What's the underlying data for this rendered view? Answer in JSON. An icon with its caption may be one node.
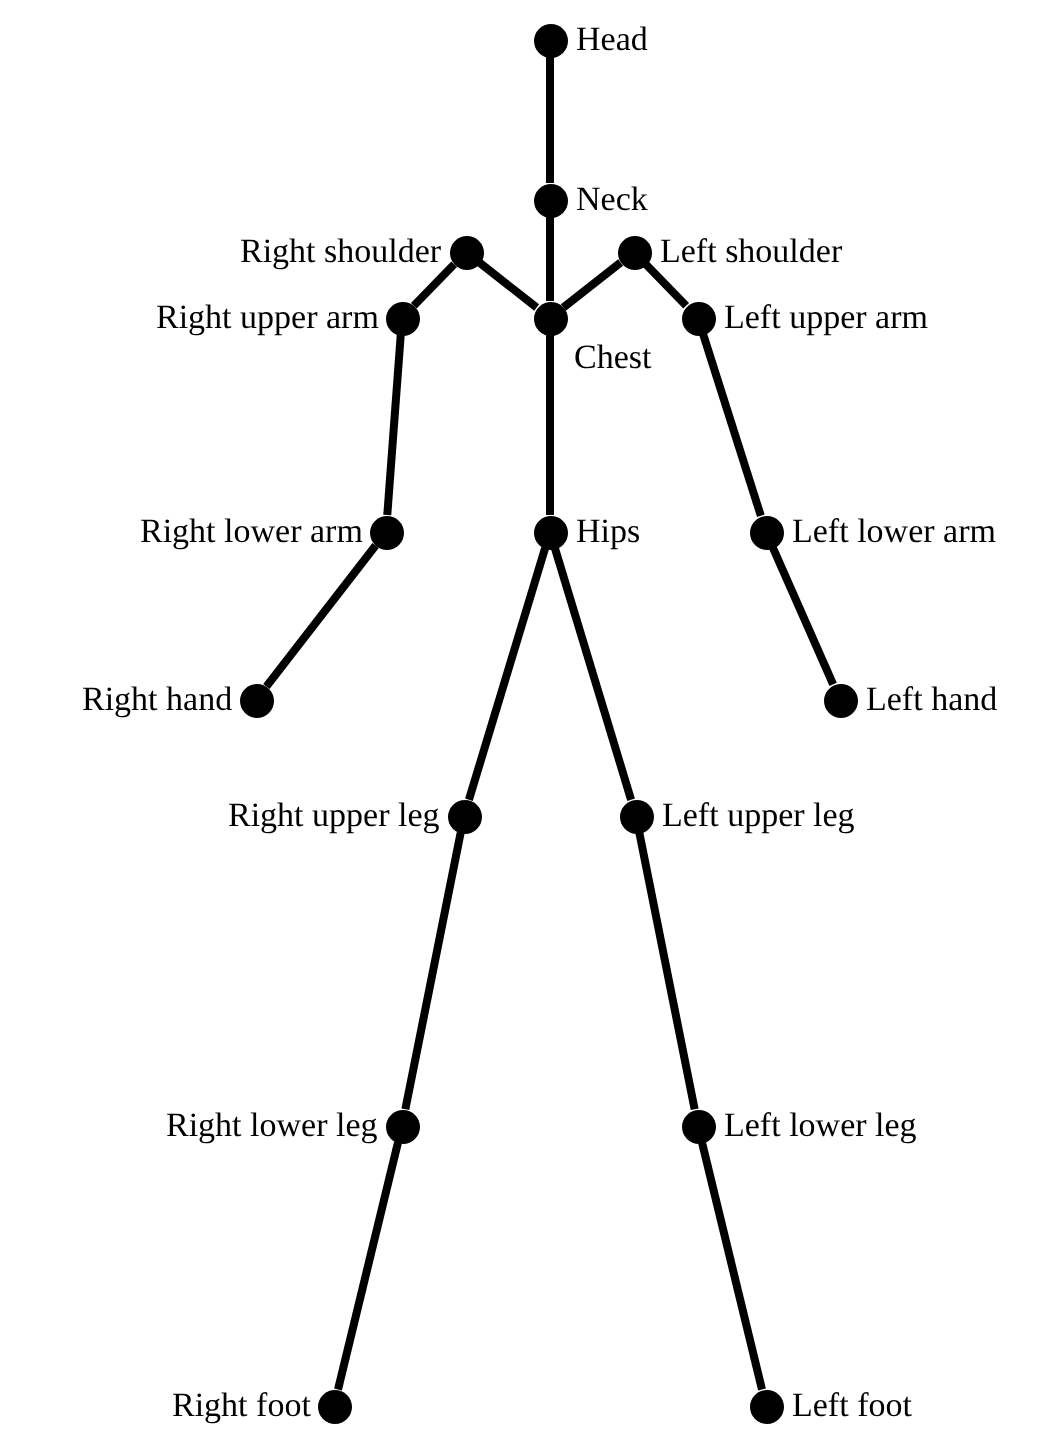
{
  "diagram": {
    "nodes": [
      {
        "text": [],
        "shape": "circle",
        "beside": [
          "Head"
        ]
      },
      {
        "text": [],
        "shape": "circle",
        "beside": [
          "Neck"
        ]
      },
      {
        "text": [],
        "shape": "circle",
        "beside": [
          "Right shoulder"
        ]
      },
      {
        "text": [],
        "shape": "circle",
        "beside": [
          "Left shoulder"
        ]
      },
      {
        "text": [],
        "shape": "circle",
        "beside": [
          "Right upper arm"
        ]
      },
      {
        "text": [],
        "shape": "circle",
        "beside": [
          "Chest"
        ]
      },
      {
        "text": [],
        "shape": "circle",
        "beside": [
          "Left upper arm"
        ]
      },
      {
        "text": [],
        "shape": "circle",
        "beside": [
          "Right lower arm"
        ]
      },
      {
        "text": [],
        "shape": "circle",
        "beside": [
          "Hips"
        ]
      },
      {
        "text": [],
        "shape": "circle",
        "beside": [
          "Left lower arm"
        ]
      },
      {
        "text": [],
        "shape": "circle",
        "beside": [
          "Right hand"
        ]
      },
      {
        "text": [],
        "shape": "circle",
        "beside": [
          "Left hand"
        ]
      },
      {
        "text": [],
        "shape": "circle",
        "beside": [
          "Right upper leg"
        ]
      },
      {
        "text": [],
        "shape": "circle",
        "beside": [
          "Left upper leg"
        ]
      },
      {
        "text": [],
        "shape": "circle",
        "beside": [
          "Right lower leg"
        ]
      },
      {
        "text": [],
        "shape": "circle",
        "beside": [
          "Left lower leg"
        ]
      },
      {
        "text": [],
        "shape": "circle",
        "beside": [
          "Right foot"
        ]
      },
      {
        "text": [],
        "shape": "circle",
        "beside": [
          "Left foot"
        ]
      }
    ],
    "edges": [
      {
        "from": 0,
        "to": 1,
        "arrow": "none"
      },
      {
        "from": 1,
        "to": 5,
        "arrow": "none"
      },
      {
        "from": 5,
        "to": 2,
        "arrow": "none"
      },
      {
        "from": 5,
        "to": 3,
        "arrow": "none"
      },
      {
        "from": 2,
        "to": 4,
        "arrow": "none"
      },
      {
        "from": 3,
        "to": 6,
        "arrow": "none"
      },
      {
        "from": 4,
        "to": 7,
        "arrow": "none"
      },
      {
        "from": 6,
        "to": 9,
        "arrow": "none"
      },
      {
        "from": 7,
        "to": 10,
        "arrow": "none"
      },
      {
        "from": 9,
        "to": 11,
        "arrow": "none"
      },
      {
        "from": 5,
        "to": 8,
        "arrow": "none"
      },
      {
        "from": 8,
        "to": 12,
        "arrow": "none"
      },
      {
        "from": 8,
        "to": 13,
        "arrow": "none"
      },
      {
        "from": 12,
        "to": 14,
        "arrow": "none"
      },
      {
        "from": 13,
        "to": 15,
        "arrow": "none"
      },
      {
        "from": 14,
        "to": 16,
        "arrow": "none"
      },
      {
        "from": 15,
        "to": 17,
        "arrow": "none"
      }
    ]
  }
}
